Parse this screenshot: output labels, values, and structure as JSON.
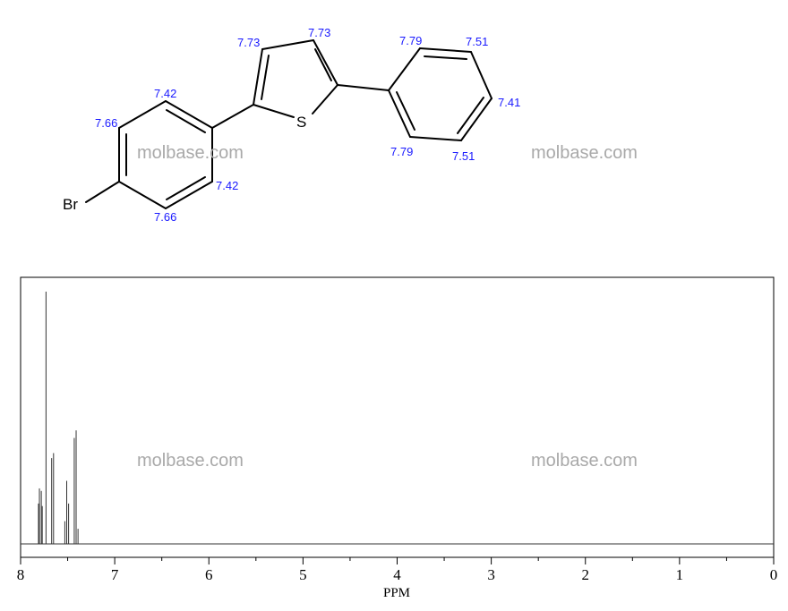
{
  "structure": {
    "atoms": {
      "bromine": "Br",
      "sulfur": "S"
    },
    "shift_labels": {
      "thiophene_h3": "7.73",
      "thiophene_h4": "7.73",
      "bromophenyl_ortho_top": "7.42",
      "bromophenyl_meta_top": "7.66",
      "bromophenyl_ortho_bottom": "7.42",
      "bromophenyl_meta_bottom": "7.66",
      "phenyl_ortho_top": "7.79",
      "phenyl_meta_top": "7.51",
      "phenyl_para": "7.41",
      "phenyl_ortho_bottom": "7.79",
      "phenyl_meta_bottom": "7.51"
    }
  },
  "watermarks": [
    "molbase.com",
    "molbase.com",
    "molbase.com",
    "molbase.com"
  ],
  "colors": {
    "shift_label": "#1a1aff",
    "watermark": "#a9a9a9",
    "trace": "#333333",
    "frame": "#000000"
  },
  "chart_data": {
    "type": "line",
    "title": "",
    "xlabel": "PPM",
    "ylabel": "",
    "xlim": [
      8,
      0
    ],
    "x_reversed": true,
    "grid": false,
    "x_ticks": [
      "8",
      "7",
      "6",
      "5",
      "4",
      "3",
      "2",
      "1",
      "0"
    ],
    "y_max_relative": 1.0,
    "peaks": [
      {
        "ppm": 7.81,
        "height": 0.16
      },
      {
        "ppm": 7.8,
        "height": 0.22
      },
      {
        "ppm": 7.78,
        "height": 0.21
      },
      {
        "ppm": 7.77,
        "height": 0.15
      },
      {
        "ppm": 7.73,
        "height": 1.0
      },
      {
        "ppm": 7.67,
        "height": 0.34
      },
      {
        "ppm": 7.65,
        "height": 0.36
      },
      {
        "ppm": 7.53,
        "height": 0.09
      },
      {
        "ppm": 7.51,
        "height": 0.25
      },
      {
        "ppm": 7.49,
        "height": 0.16
      },
      {
        "ppm": 7.43,
        "height": 0.42
      },
      {
        "ppm": 7.41,
        "height": 0.45
      },
      {
        "ppm": 7.39,
        "height": 0.06
      }
    ]
  }
}
